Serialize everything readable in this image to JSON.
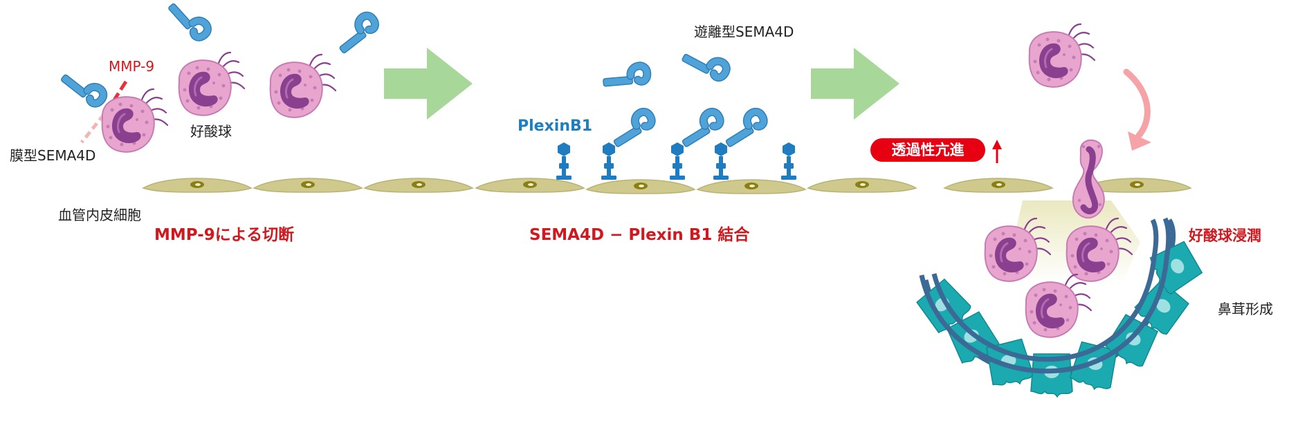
{
  "labels": {
    "mmp9": "MMP-9",
    "membrane_sema4d": "膜型SEMA4D",
    "eosinophil": "好酸球",
    "endothelial_cells": "血管内皮細胞",
    "step1_title": "MMP-9による切断",
    "soluble_sema4d": "遊離型SEMA4D",
    "plexinb1": "PlexinB1",
    "step2_title": "SEMA4D − Plexin B1 結合",
    "permeability": "透過性亢進",
    "eosinophil_infiltration": "好酸球浸潤",
    "nasal_polyp": "鼻茸形成"
  },
  "colors": {
    "sema4d": "#4fa3d9",
    "plexin": "#1f7cc0",
    "eosinophil_body": "#e8a6cf",
    "eosinophil_nucleus": "#8a3f8f",
    "endothelium": "#cfc98e",
    "arrow": "#a8d79a",
    "epithelium": "#1aaab0",
    "basement_membrane": "#3a6a95",
    "label_red": "#d0181f",
    "label_blue": "#1d7fc1"
  }
}
